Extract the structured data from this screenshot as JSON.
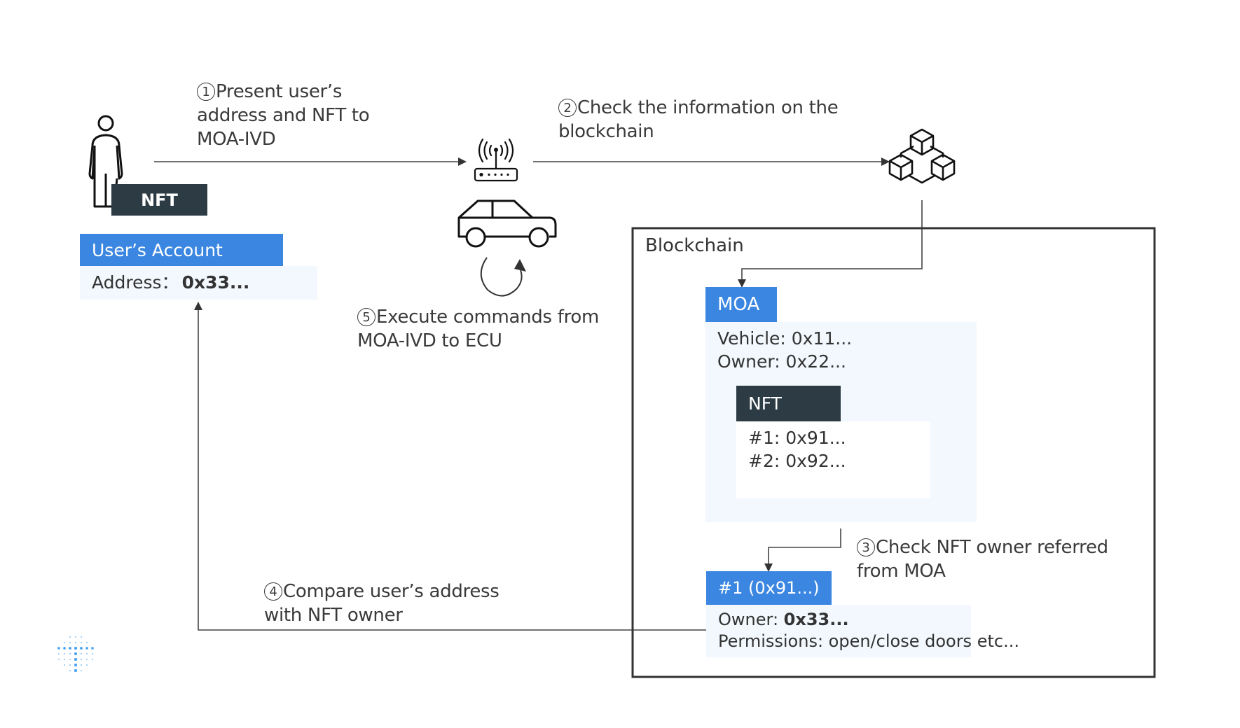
{
  "steps": {
    "step1": {
      "number": "1",
      "lines": [
        "Present user’s",
        "address and NFT to",
        "MOA-IVD"
      ]
    },
    "step2": {
      "number": "2",
      "lines": [
        "Check the information on the",
        "blockchain"
      ]
    },
    "step3": {
      "number": "3",
      "lines": [
        "Check NFT owner referred",
        "from MOA"
      ]
    },
    "step4": {
      "number": "4",
      "lines": [
        "Compare user’s address",
        "with NFT owner"
      ]
    },
    "step5": {
      "number": "5",
      "lines": [
        "Execute commands from",
        "MOA-IVD to ECU"
      ]
    }
  },
  "user": {
    "nft_badge": "NFT",
    "account_title": "User’s Account",
    "address_label": "Address：",
    "address_value": "0x33..."
  },
  "blockchain": {
    "title": "Blockchain",
    "moa": {
      "title": "MOA",
      "vehicle": "Vehicle: 0x11...",
      "owner": "Owner: 0x22...",
      "nft_title": "NFT",
      "nft_items": [
        "#1: 0x91...",
        "#2: 0x92..."
      ]
    },
    "nft_detail": {
      "title": "#1 (0x91...)",
      "owner_label": "Owner: ",
      "owner_value": "0x33...",
      "permissions": "Permissions: open/close doors etc..."
    }
  },
  "icons": [
    "person-icon",
    "router-icon",
    "car-icon",
    "rotate-icon",
    "blockchain-cubes-icon",
    "logo-icon"
  ],
  "colors": {
    "accent_blue": "#3b86e0",
    "dark_header": "#2d3b45",
    "panel_bg": "#f2f8fd",
    "line": "#333333",
    "logo": "#3b9cf0"
  }
}
